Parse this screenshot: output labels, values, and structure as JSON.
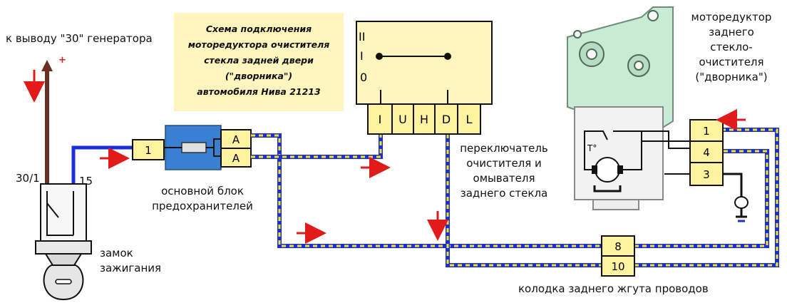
{
  "title": "Схема подключения\nмоторедуктора очистителя\nстекла задней двери\n(\"дворника\")\nавтомобиля Нива 21213",
  "labels": {
    "generator_terminal": "к выводу \"30\" генератора",
    "plus_sign": "+",
    "terminal_30_1": "30/1",
    "terminal_15": "15",
    "ignition_switch": "замок\nзажигания",
    "fuse_block": "основной блок\nпредохранителей",
    "switch": "переключатель\nочистителя и\nомывателя\nзаднего стекла",
    "motor_reducer": "моторедуктор\nзаднего\nстекло-\nочистителя\n(\"дворника\")",
    "rear_harness_connector": "колодка заднего жгута проводов",
    "thermo_switch": "T°"
  },
  "fuse_block": {
    "fuse_number": "1",
    "contact_top": "A",
    "contact_bottom": "A"
  },
  "switch": {
    "positions": [
      "II",
      "I",
      "0"
    ],
    "pins": [
      "I",
      "U",
      "H",
      "D",
      "L"
    ]
  },
  "motor_connector": {
    "pins": [
      "1",
      "4",
      "3"
    ]
  },
  "harness_connector": {
    "pins": [
      "8",
      "10"
    ]
  },
  "colors": {
    "wire_blue": "#1a2fd8",
    "wire_yellow": "#f2e22a",
    "wire_brown": "#6b2e22",
    "arrow_red": "#e11a1a",
    "connector_fill": "#fff3a0",
    "fuse_block_fill": "#3a7fd1",
    "title_fill": "#fff6bf",
    "motor_fill": "#c9ead3"
  }
}
